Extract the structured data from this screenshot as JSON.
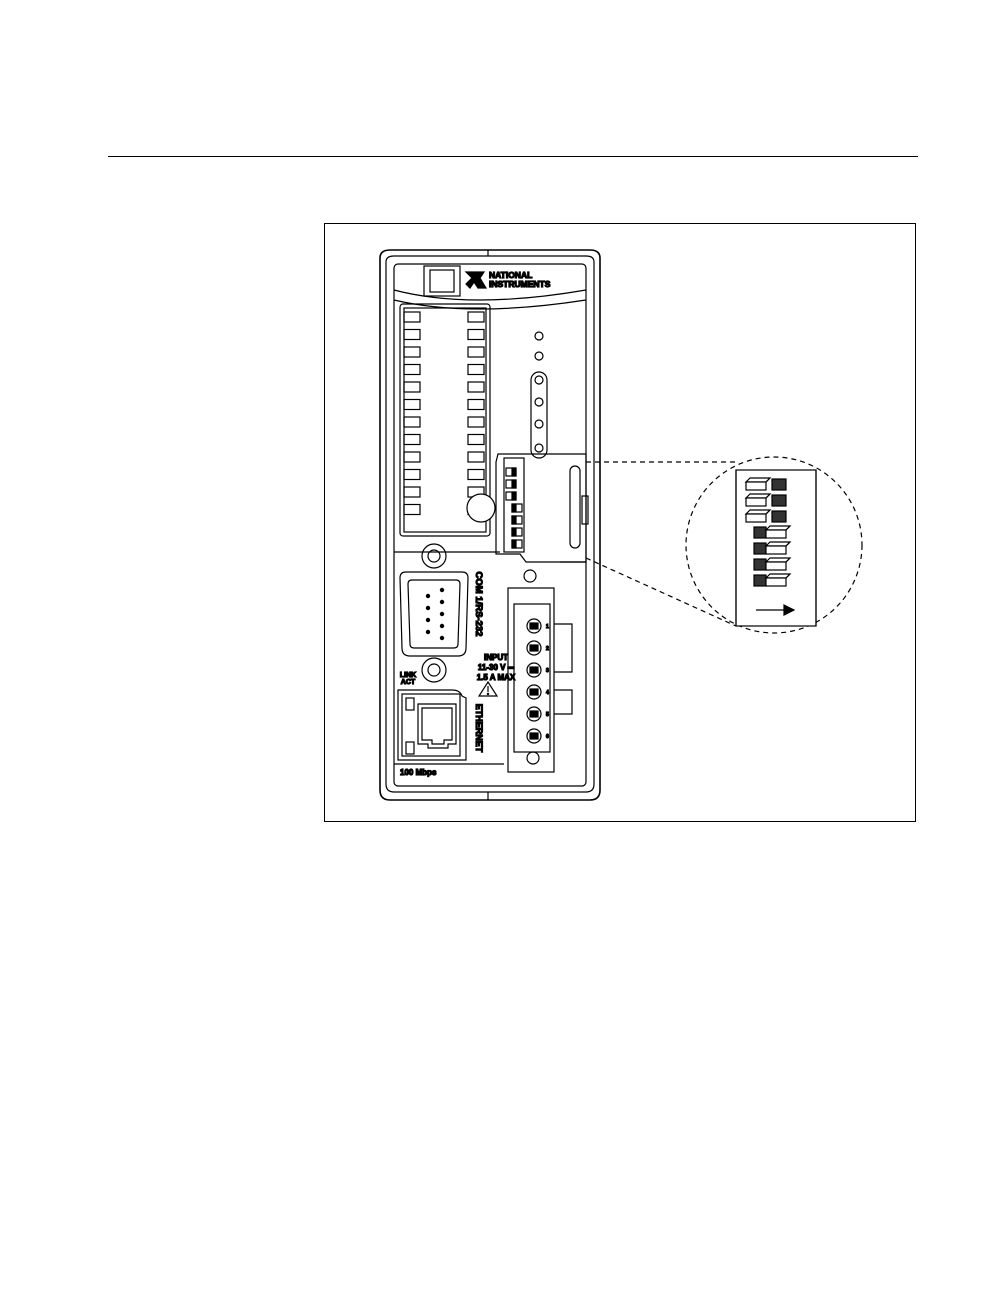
{
  "figure": {
    "brand": {
      "line1": "NATIONAL",
      "line2": "INSTRUMENTS"
    },
    "labels": {
      "com_port": "COM 1/RS-232",
      "power_input_line1": "INPUT",
      "power_input_line2": "11-30 V ⎓",
      "power_input_line3": "1.5 A MAX",
      "link_act_line1": "LINK",
      "link_act_line2": "ACT",
      "ethernet": "ETHERNET",
      "speed": "100 Mbps"
    },
    "power_terminal_pins": [
      "1",
      "2",
      "3",
      "4",
      "5",
      "6"
    ],
    "dip_switches": {
      "count": 7,
      "positions": [
        "off",
        "off",
        "off",
        "on",
        "on",
        "on",
        "on"
      ]
    },
    "colors": {
      "line": "#000000",
      "fill_dark": "#3a3a3a",
      "fill_light": "#ffffff"
    }
  }
}
